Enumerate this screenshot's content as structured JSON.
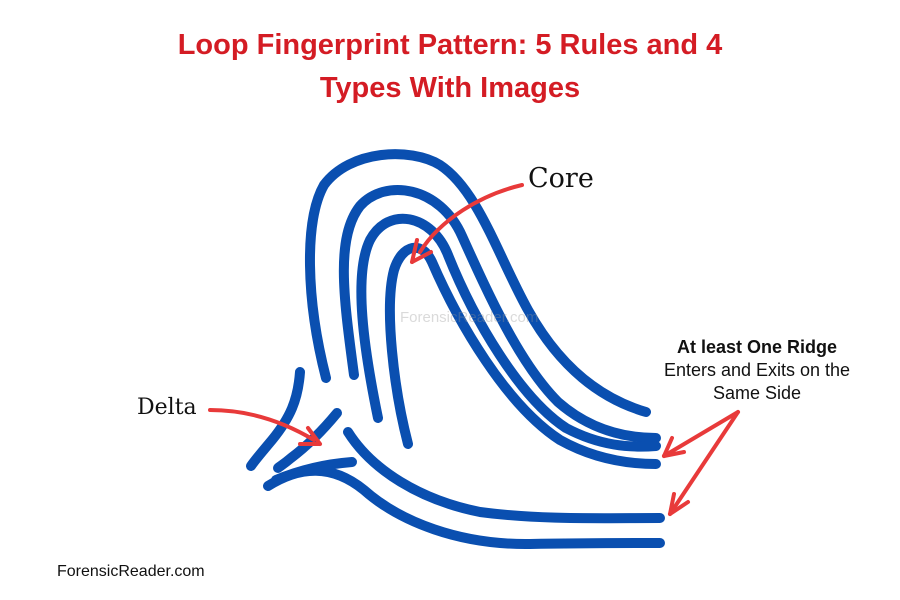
{
  "title": {
    "line1": "Loop Fingerprint Pattern: 5 Rules and 4",
    "line2": "Types With Images"
  },
  "labels": {
    "core": "Core",
    "delta": "Delta",
    "ridge_bold": "At least One Ridge",
    "ridge_line2": "Enters and Exits on the",
    "ridge_line3": "Same Side"
  },
  "watermark": "ForensicReader.com",
  "footer": "ForensicReader.com",
  "colors": {
    "title": "#d41c24",
    "ridge": "#0a4fb0",
    "arrow": "#e83a3a"
  }
}
